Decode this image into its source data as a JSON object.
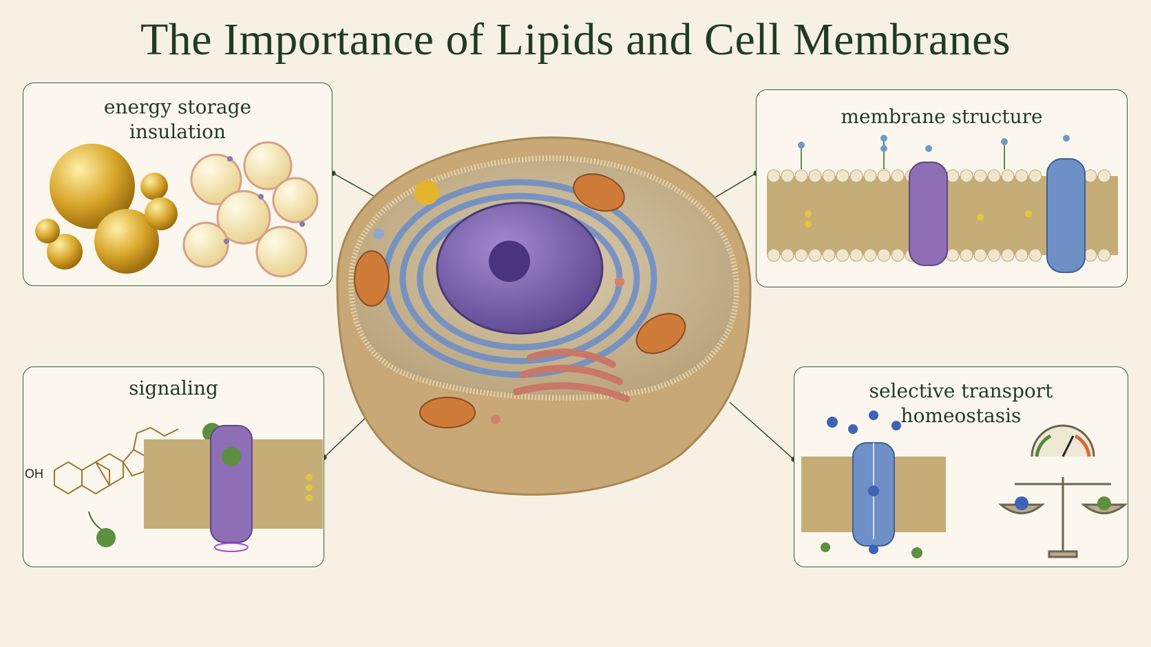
{
  "title": "The Importance of Lipids and Cell Membranes",
  "panels": {
    "top_left": {
      "line1": "energy storage",
      "line2": "insulation"
    },
    "top_right": {
      "line1": "membrane structure"
    },
    "bottom_left": {
      "line1": "signaling",
      "chem_label": "OH"
    },
    "bottom_right": {
      "line1": "selective transport",
      "line2": "homeostasis"
    }
  },
  "colors": {
    "title": "#1f3b26",
    "panel_border": "#3d5a3e",
    "lipid_head": "#e4d9bd",
    "lipid_tail": "#8a6e3a",
    "protein_purple": "#8e6fb5",
    "protein_blue": "#6f8fc7",
    "fat_gold": "#d9a62a",
    "ion_blue": "#3e63b8",
    "ion_green": "#5c8f3f"
  },
  "icons": [
    "fat-droplet-icon",
    "adipocyte-icon",
    "bilayer-icon",
    "channel-protein-icon",
    "steroid-molecule-icon",
    "balance-scale-icon",
    "gauge-icon",
    "cell-icon"
  ]
}
